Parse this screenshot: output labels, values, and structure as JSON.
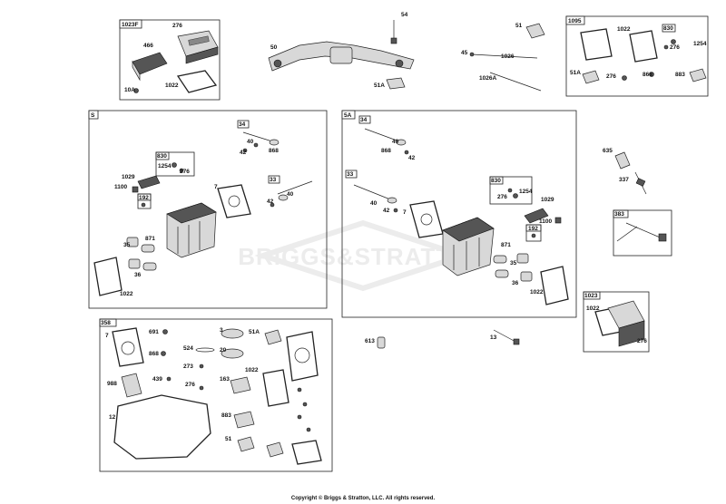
{
  "watermark": "BRIGGS&STRATTON",
  "copyright": "Copyright © Briggs & Stratton, LLC. All rights reserved.",
  "groups": {
    "g1023F": "1023F",
    "g1095": "1095",
    "gS": "S",
    "g5A": "5A",
    "g358": "358",
    "g383": "383",
    "g1023": "1023",
    "g34a": "34",
    "g33a": "33",
    "g830a": "830",
    "g192a": "192",
    "g34b": "34",
    "g33b": "33",
    "g830b": "830",
    "g192b": "192",
    "g830c": "830"
  },
  "labels": {
    "l276a": "276",
    "l466": "466",
    "l1022a": "1022",
    "l10A": "10A",
    "l54": "54",
    "l50": "50",
    "l51Aa": "51A",
    "l51a": "51",
    "l45": "45",
    "l1026": "1026",
    "l1026A": "1026A",
    "l1022b": "1022",
    "l1254a": "1254",
    "l276b": "276",
    "l51Ab": "51A",
    "l276c": "276",
    "l868a": "868",
    "l883a": "883",
    "l635": "635",
    "l337": "337",
    "l40a": "40",
    "l42a": "42",
    "l868b": "868",
    "l1254b": "1254",
    "l276d": "276",
    "l1029a": "1029",
    "l1100a": "1100",
    "l7a": "7",
    "l40b": "40",
    "l42b": "42",
    "l871a": "871",
    "l35a": "35",
    "l36a": "36",
    "l1022c": "1022",
    "l868c": "868",
    "l40c": "40",
    "l42c": "42",
    "l40d": "40",
    "l42d": "42",
    "l7b": "7",
    "l276e": "276",
    "l1254c": "1254",
    "l1029b": "1029",
    "l1100b": "1100",
    "l871b": "871",
    "l35b": "35",
    "l36b": "36",
    "l1022d": "1022",
    "l1022e": "1022",
    "l276f": "276",
    "l613": "613",
    "l13": "13",
    "l691": "691",
    "l7c": "7",
    "l868d": "868",
    "l524": "524",
    "l273": "273",
    "l988": "988",
    "l439": "439",
    "l276g": "276",
    "l12": "12",
    "l3": "3",
    "l20": "20",
    "l51Ac": "51A",
    "l163": "163",
    "l1022f": "1022",
    "l883b": "883",
    "l51b": "51"
  }
}
